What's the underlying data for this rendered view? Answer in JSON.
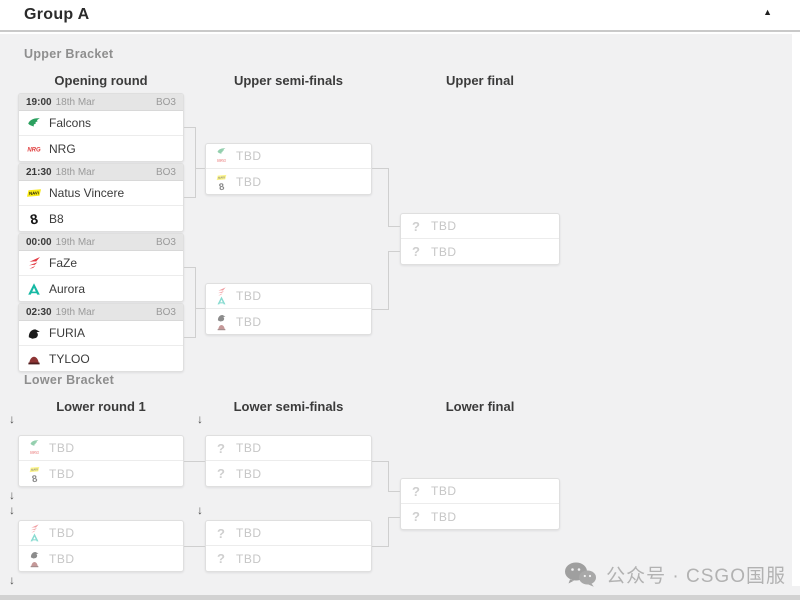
{
  "colors": {
    "panel_bg": "#ffffff",
    "body_bg": "#f1f1f2",
    "match_header_bg": "#e5e5e5",
    "connector": "#cfcfcf",
    "falcons_green": "#2ba05f",
    "nrg_red": "#e03c3c",
    "navi_yellow": "#f7e915",
    "faze_red": "#e23b44",
    "aurora_teal": "#16b9a4",
    "furia_black": "#1b1b1b",
    "tyloo_red": "#8d3434"
  },
  "icons": {
    "collapse_caret": "▲",
    "drop_arrow": "↓",
    "question_mark": "?"
  },
  "panel": {
    "title": "Group A"
  },
  "upper": {
    "label": "Upper Bracket",
    "columns": [
      "Opening round",
      "Upper semi-finals",
      "Upper final"
    ],
    "matches": [
      {
        "time": "19:00",
        "date": "18th Mar",
        "format": "BO3",
        "teams": [
          {
            "name": "Falcons",
            "logo": "falcons"
          },
          {
            "name": "NRG",
            "logo": "nrg"
          }
        ]
      },
      {
        "time": "21:30",
        "date": "18th Mar",
        "format": "BO3",
        "teams": [
          {
            "name": "Natus Vincere",
            "logo": "navi"
          },
          {
            "name": "B8",
            "logo": "b8"
          }
        ]
      },
      {
        "time": "00:00",
        "date": "19th Mar",
        "format": "BO3",
        "teams": [
          {
            "name": "FaZe",
            "logo": "faze"
          },
          {
            "name": "Aurora",
            "logo": "aurora"
          }
        ]
      },
      {
        "time": "02:30",
        "date": "19th Mar",
        "format": "BO3",
        "teams": [
          {
            "name": "FURIA",
            "logo": "furia"
          },
          {
            "name": "TYLOO",
            "logo": "tyloo"
          }
        ]
      }
    ],
    "semis": [
      {
        "slots": [
          {
            "label": "TBD",
            "candidates": [
              "falcons",
              "nrg"
            ]
          },
          {
            "label": "TBD",
            "candidates": [
              "navi",
              "b8"
            ]
          }
        ]
      },
      {
        "slots": [
          {
            "label": "TBD",
            "candidates": [
              "faze",
              "aurora"
            ]
          },
          {
            "label": "TBD",
            "candidates": [
              "furia",
              "tyloo"
            ]
          }
        ]
      }
    ],
    "final": {
      "slots": [
        {
          "label": "TBD"
        },
        {
          "label": "TBD"
        }
      ]
    }
  },
  "lower": {
    "label": "Lower Bracket",
    "columns": [
      "Lower round 1",
      "Lower semi-finals",
      "Lower final"
    ],
    "round1": [
      {
        "slots": [
          {
            "label": "TBD",
            "candidates": [
              "falcons",
              "nrg"
            ]
          },
          {
            "label": "TBD",
            "candidates": [
              "navi",
              "b8"
            ]
          }
        ]
      },
      {
        "slots": [
          {
            "label": "TBD",
            "candidates": [
              "faze",
              "aurora"
            ]
          },
          {
            "label": "TBD",
            "candidates": [
              "furia",
              "tyloo"
            ]
          }
        ]
      }
    ],
    "semis": [
      {
        "slots": [
          {
            "label": "TBD"
          },
          {
            "label": "TBD"
          }
        ]
      },
      {
        "slots": [
          {
            "label": "TBD"
          },
          {
            "label": "TBD"
          }
        ]
      }
    ],
    "final": {
      "slots": [
        {
          "label": "TBD"
        },
        {
          "label": "TBD"
        }
      ]
    }
  },
  "watermark": {
    "text": "公众号 · CSGO国服"
  }
}
